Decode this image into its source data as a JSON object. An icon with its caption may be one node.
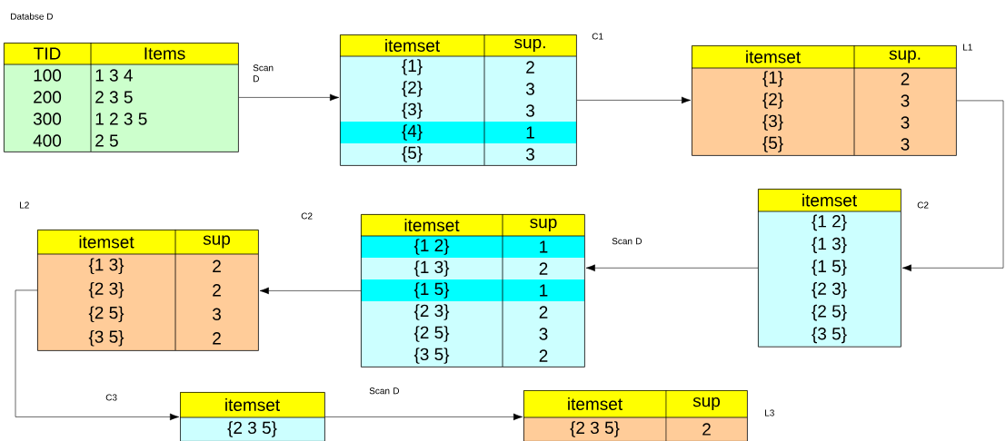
{
  "diagram": {
    "nodes": [
      {
        "text": [
          "TID",
          "Items",
          "100",
          "1 3 4",
          "200",
          "2 3 5",
          "300",
          "1 2 3 5",
          "400",
          "2 5"
        ],
        "beside": [
          "Databse D"
        ]
      },
      {
        "text": [
          "itemset",
          "sup.",
          "{1}",
          "2",
          "{2}",
          "3",
          "{3}",
          "3",
          "{4}",
          "1",
          "{5}",
          "3"
        ],
        "beside": [
          "C1"
        ]
      },
      {
        "text": [
          "itemset",
          "sup.",
          "{1}",
          "2",
          "{2}",
          "3",
          "{3}",
          "3",
          "{5}",
          "3"
        ],
        "beside": [
          "L1"
        ]
      },
      {
        "text": [
          "itemset",
          "{1 2}",
          "{1 3}",
          "{1 5}",
          "{2 3}",
          "{2 5}",
          "{3 5}"
        ],
        "beside": [
          "C2"
        ]
      },
      {
        "text": [
          "itemset",
          "sup",
          "{1 2}",
          "1",
          "{1 3}",
          "2",
          "{1 5}",
          "1",
          "{2 3}",
          "2",
          "{2 5}",
          "3",
          "{3 5}",
          "2"
        ]
      },
      {
        "text": [
          "itemset",
          "sup",
          "{1 3}",
          "2",
          "{2 3}",
          "2",
          "{2 5}",
          "3",
          "{3 5}",
          "2"
        ],
        "beside": [
          "L2"
        ]
      },
      {
        "text": [
          "itemset",
          "{2 3 5}"
        ]
      },
      {
        "text": [
          "itemset",
          "sup",
          "{2 3 5}",
          "2"
        ],
        "beside": [
          "L3"
        ]
      }
    ],
    "edges": [
      {
        "from": 0,
        "to": 1,
        "arrow": "to",
        "label": "Scan D"
      },
      {
        "from": 1,
        "to": 2,
        "arrow": "to"
      },
      {
        "from": 2,
        "to": 3,
        "arrow": "to"
      },
      {
        "from": 3,
        "to": 4,
        "arrow": "to",
        "label": "Scan D"
      },
      {
        "from": 4,
        "to": 5,
        "arrow": "to"
      },
      {
        "from": 5,
        "to": 6,
        "arrow": "to"
      },
      {
        "from": 6,
        "to": 7,
        "arrow": "to",
        "label": "Scan D"
      }
    ],
    "labels": [
      "C2",
      "C3"
    ]
  }
}
